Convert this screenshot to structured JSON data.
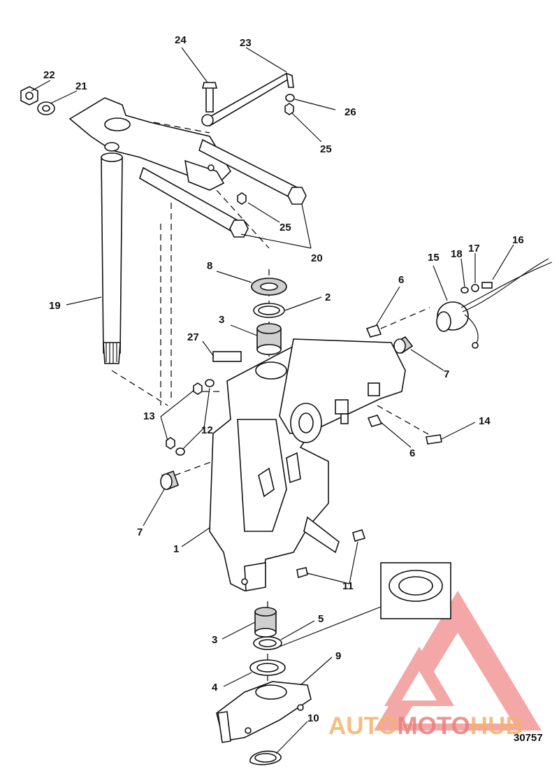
{
  "callouts": [
    {
      "label": "1"
    },
    {
      "label": "2"
    },
    {
      "label": "3"
    },
    {
      "label": "3"
    },
    {
      "label": "4"
    },
    {
      "label": "5"
    },
    {
      "label": "6"
    },
    {
      "label": "6"
    },
    {
      "label": "7"
    },
    {
      "label": "7"
    },
    {
      "label": "8"
    },
    {
      "label": "9"
    },
    {
      "label": "10"
    },
    {
      "label": "11"
    },
    {
      "label": "12"
    },
    {
      "label": "13"
    },
    {
      "label": "14"
    },
    {
      "label": "15"
    },
    {
      "label": "16"
    },
    {
      "label": "17"
    },
    {
      "label": "18"
    },
    {
      "label": "19"
    },
    {
      "label": "20"
    },
    {
      "label": "21"
    },
    {
      "label": "22"
    },
    {
      "label": "23"
    },
    {
      "label": "24"
    },
    {
      "label": "25"
    },
    {
      "label": "25"
    },
    {
      "label": "26"
    },
    {
      "label": "27"
    }
  ],
  "figure_number": "30757",
  "watermark": {
    "part1": "AUTO",
    "part2": "MOTO",
    "part3": "HUB",
    "color_light": "#f5b26b",
    "color_dark": "#e8807c"
  }
}
